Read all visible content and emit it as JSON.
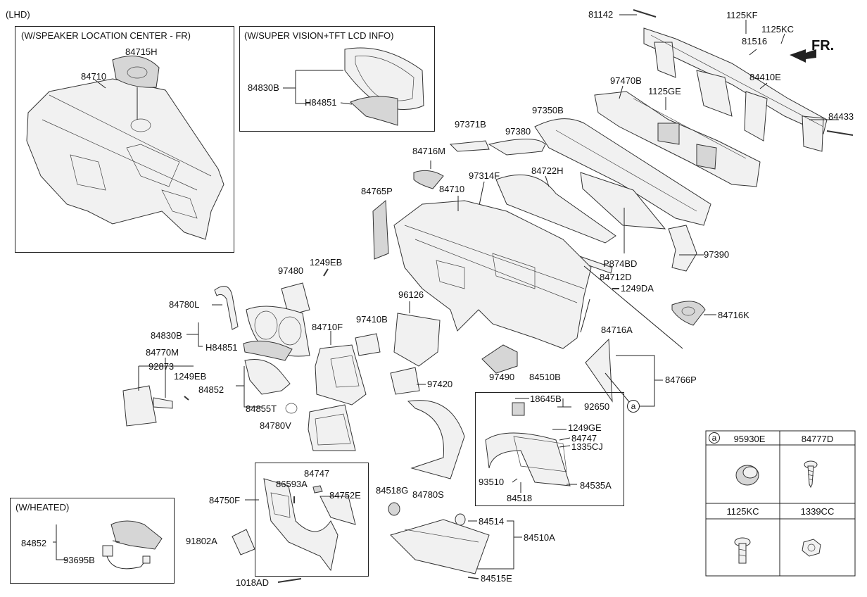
{
  "header": {
    "variant": "(LHD)",
    "direction": "FR."
  },
  "boxes": {
    "speaker": "(W/SPEAKER LOCATION CENTER - FR)",
    "supervision": "(W/SUPER VISION+TFT LCD INFO)",
    "heated": "(W/HEATED)"
  },
  "labels": {
    "p84715H": "84715H",
    "p84710_box": "84710",
    "p84830B_box": "84830B",
    "pH84851_box": "H84851",
    "p81142": "81142",
    "p1125KF": "1125KF",
    "p1125KC_top": "1125KC",
    "p81516": "81516",
    "p97470B": "97470B",
    "p84410E": "84410E",
    "p1125GE": "1125GE",
    "p84433": "84433",
    "p97371B": "97371B",
    "p97350B": "97350B",
    "p97380": "97380",
    "p84716M": "84716M",
    "p97314F": "97314F",
    "p84722H": "84722H",
    "p84765P": "84765P",
    "p84710": "84710",
    "p97390": "97390",
    "pP874BD": "P874BD",
    "p84712D": "84712D",
    "p1249DA": "1249DA",
    "p84716K": "84716K",
    "p84716A": "84716A",
    "p97480": "97480",
    "p1249EB_a": "1249EB",
    "p84780L": "84780L",
    "p96126": "96126",
    "p97410B": "97410B",
    "p84830B": "84830B",
    "p84710F": "84710F",
    "pH84851": "H84851",
    "p84770M": "84770M",
    "p92873": "92873",
    "p1249EB_b": "1249EB",
    "p84852": "84852",
    "p84855T": "84855T",
    "p97490": "97490",
    "p97420": "97420",
    "p84510B": "84510B",
    "p18645B": "18645B",
    "p92650": "92650",
    "p84766P": "84766P",
    "p84780V": "84780V",
    "p1249GE": "1249GE",
    "p84747_r": "84747",
    "p1335CJ": "1335CJ",
    "p93510": "93510",
    "p84535A": "84535A",
    "p84518": "84518",
    "p84747_c": "84747",
    "p86593A": "86593A",
    "p84750F": "84750F",
    "p84752E": "84752E",
    "p84518G": "84518G",
    "p84780S": "84780S",
    "p84514": "84514",
    "p84510A": "84510A",
    "p91802A": "91802A",
    "p84515E": "84515E",
    "p1018AD": "1018AD",
    "p84852_h": "84852",
    "p93695B": "93695B"
  },
  "callout": "a",
  "legend": {
    "cells": [
      {
        "code": "95930E",
        "marker": "a"
      },
      {
        "code": "84777D"
      },
      {
        "code": "1125KC"
      },
      {
        "code": "1339CC"
      }
    ]
  },
  "icons": [
    "fr-arrow-icon",
    "clip-icon",
    "screw-icon",
    "bolt-icon",
    "nut-icon"
  ]
}
